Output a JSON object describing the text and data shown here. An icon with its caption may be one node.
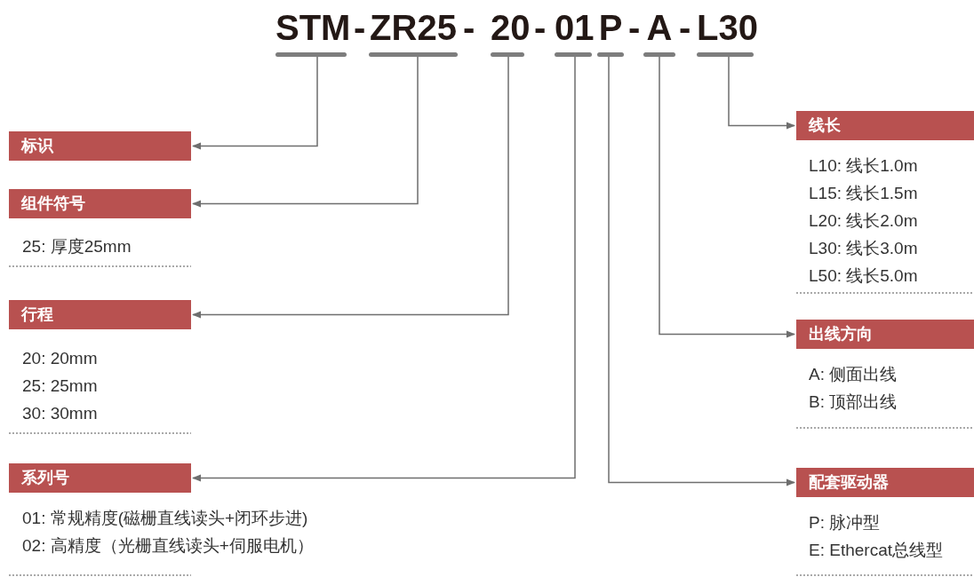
{
  "diagram": {
    "nodes": [
      {
        "text": [
          "STM"
        ]
      },
      {
        "text": [
          "ZR25"
        ]
      },
      {
        "text": [
          "20"
        ]
      },
      {
        "text": [
          "01"
        ]
      },
      {
        "text": [
          "P"
        ]
      },
      {
        "text": [
          "A"
        ]
      },
      {
        "text": [
          "L30"
        ]
      },
      {
        "text": [
          "标识"
        ]
      },
      {
        "text": [
          "组件符号"
        ],
        "beside": [
          "25: 厚度25mm"
        ]
      },
      {
        "text": [
          "行程"
        ],
        "beside": [
          "20: 20mm",
          "25: 25mm",
          "30: 30mm"
        ]
      },
      {
        "text": [
          "系列号"
        ],
        "beside": [
          "01: 常规精度(磁栅直线读头+闭环步进)",
          "02: 高精度（光栅直线读头+伺服电机）"
        ]
      },
      {
        "text": [
          "线长"
        ],
        "beside": [
          "L10: 线长1.0m",
          "L15: 线长1.5m",
          "L20: 线长2.0m",
          "L30: 线长3.0m",
          "L50: 线长5.0m"
        ]
      },
      {
        "text": [
          "出线方向"
        ],
        "beside": [
          "A: 侧面出线",
          "B: 顶部出线"
        ]
      },
      {
        "text": [
          "配套驱动器"
        ],
        "beside": [
          "P: 脉冲型",
          "E: Ethercat总线型"
        ]
      }
    ],
    "edges": [
      {
        "from": 0,
        "to": 7,
        "arrow": "to"
      },
      {
        "from": 1,
        "to": 8,
        "arrow": "to"
      },
      {
        "from": 2,
        "to": 9,
        "arrow": "to"
      },
      {
        "from": 3,
        "to": 10,
        "arrow": "to"
      },
      {
        "from": 6,
        "to": 11,
        "arrow": "to"
      },
      {
        "from": 5,
        "to": 12,
        "arrow": "to"
      },
      {
        "from": 4,
        "to": 13,
        "arrow": "to"
      }
    ],
    "labels": [
      "-",
      "-",
      "-",
      "-",
      "-"
    ]
  }
}
